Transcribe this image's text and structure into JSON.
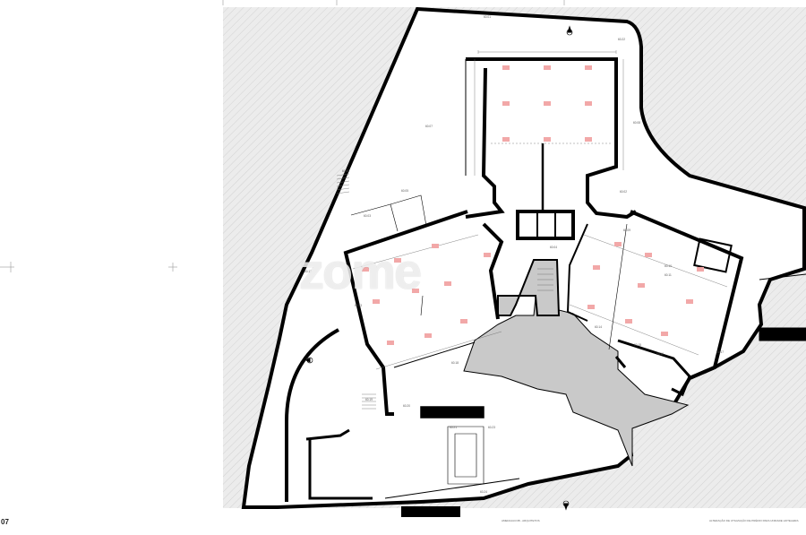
{
  "watermark": "zome",
  "room_labels": [
    {
      "id": "r1",
      "text": "60.01"
    },
    {
      "id": "r2",
      "text": "60.22"
    },
    {
      "id": "r3",
      "text": "60.07"
    },
    {
      "id": "r4",
      "text": "60.08"
    },
    {
      "id": "r5",
      "text": "60.05"
    },
    {
      "id": "r6",
      "text": "60.06"
    },
    {
      "id": "r7",
      "text": "60.02"
    },
    {
      "id": "r8",
      "text": "60.03"
    },
    {
      "id": "r9",
      "text": "60.04"
    },
    {
      "id": "r10",
      "text": "60.09"
    },
    {
      "id": "r11",
      "text": "60.10"
    },
    {
      "id": "r12",
      "text": "60.11"
    },
    {
      "id": "r13",
      "text": "60.12"
    },
    {
      "id": "r14",
      "text": "60.13"
    },
    {
      "id": "r15",
      "text": "60.14"
    },
    {
      "id": "r16",
      "text": "60.15"
    },
    {
      "id": "r17",
      "text": "60.16"
    },
    {
      "id": "r18",
      "text": "60.17"
    },
    {
      "id": "r19",
      "text": "60.18"
    },
    {
      "id": "r20",
      "text": "60.19"
    },
    {
      "id": "r21",
      "text": "60.20"
    },
    {
      "id": "r22",
      "text": "60.21"
    },
    {
      "id": "r23",
      "text": "60.23"
    },
    {
      "id": "r24",
      "text": "60.24"
    }
  ],
  "title_block": {
    "logo": "07",
    "notes": [
      "AMEDAJACOB - ARQUITETOS",
      "ALTERAÇÃO DE UTILIZAÇÃO DE PRÉDIO PARA UNIDADE HOTELEIRA"
    ]
  },
  "colors": {
    "wall": "#000000",
    "hatch_area": "#e6e6e6",
    "courtyard": "#c9c9c9",
    "light_fixture": "#f2a8a8"
  }
}
